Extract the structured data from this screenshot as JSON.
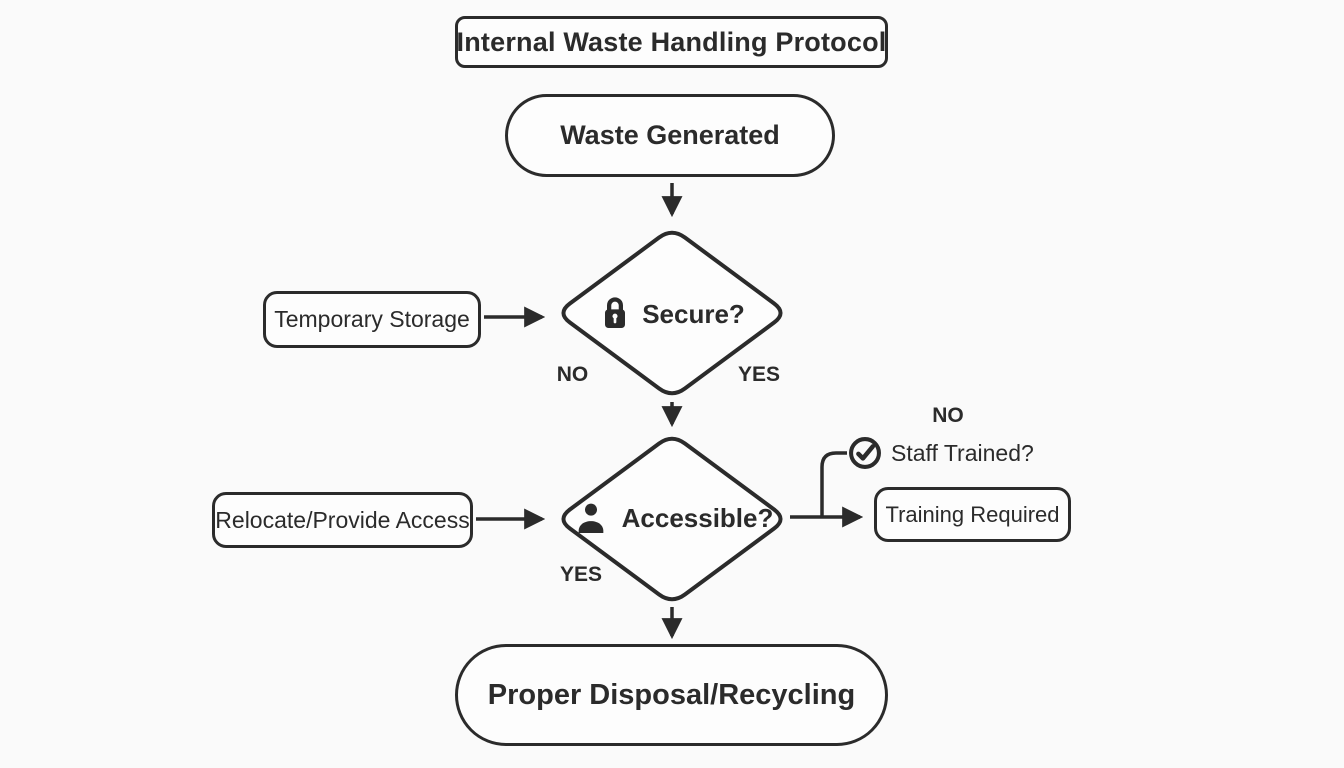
{
  "diagram": {
    "title": "Internal Waste Handling Protocol",
    "nodes": {
      "waste_generated": {
        "label": "Waste Generated",
        "type": "terminator"
      },
      "secure": {
        "label": "Secure?",
        "icon": "lock-icon",
        "type": "decision"
      },
      "temporary_storage": {
        "label": "Temporary Storage",
        "type": "process"
      },
      "accessible": {
        "label": "Accessible?",
        "icon": "person-icon",
        "type": "decision"
      },
      "relocate_provide_access": {
        "label": "Relocate/Provide Access",
        "type": "process"
      },
      "staff_trained": {
        "label": "Staff Trained?",
        "icon": "check-circle-icon",
        "type": "annotation"
      },
      "training_required": {
        "label": "Training Required",
        "type": "process"
      },
      "proper_disposal": {
        "label": "Proper Disposal/Recycling",
        "type": "terminator"
      }
    },
    "edge_labels": {
      "secure_no": "NO",
      "secure_yes": "YES",
      "accessible_yes": "YES",
      "staff_trained_no": "NO"
    },
    "colors": {
      "stroke": "#2b2b2b",
      "text": "#2b2b2b",
      "background": "#fafafa",
      "node_fill": "#fdfdfd"
    }
  }
}
